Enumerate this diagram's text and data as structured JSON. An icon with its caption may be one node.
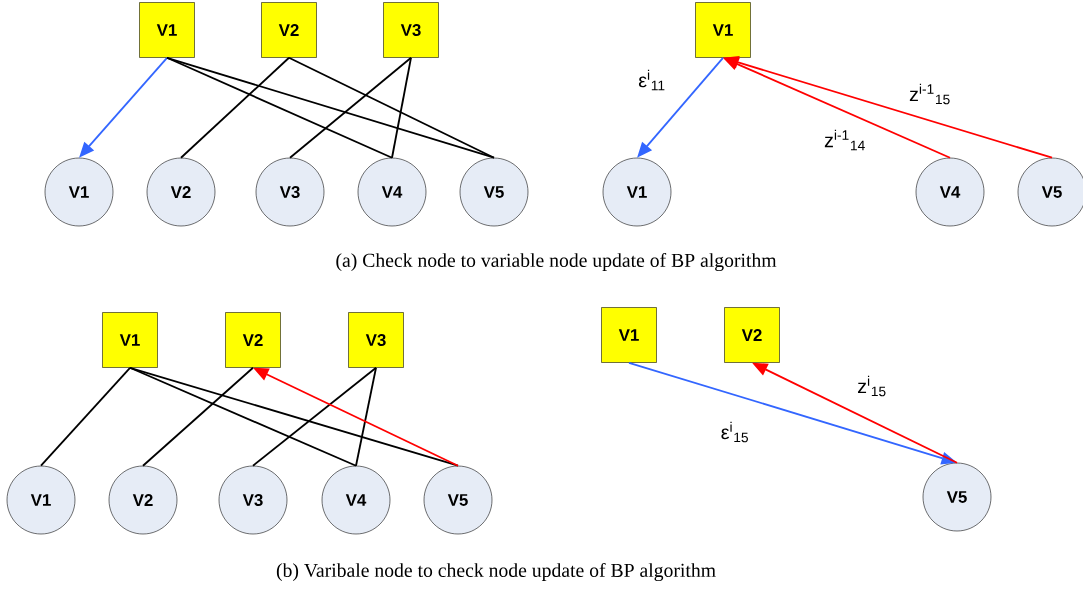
{
  "diagram": {
    "nodes": [
      {
        "text": [
          "V1"
        ]
      },
      {
        "text": [
          "V2"
        ]
      },
      {
        "text": [
          "V3"
        ]
      },
      {
        "text": [
          "V1"
        ]
      },
      {
        "text": [
          "V1"
        ]
      },
      {
        "text": [
          "V2"
        ]
      },
      {
        "text": [
          "V3"
        ]
      },
      {
        "text": [
          "V4"
        ]
      },
      {
        "text": [
          "V5"
        ]
      },
      {
        "text": [
          "V1"
        ]
      },
      {
        "text": [
          "V4"
        ]
      },
      {
        "text": [
          "V5"
        ]
      },
      {
        "text": [
          "V1"
        ]
      },
      {
        "text": [
          "V2"
        ]
      },
      {
        "text": [
          "V3"
        ]
      },
      {
        "text": [
          "V1"
        ]
      },
      {
        "text": [
          "V2"
        ]
      },
      {
        "text": [
          "V1"
        ]
      },
      {
        "text": [
          "V2"
        ]
      },
      {
        "text": [
          "V3"
        ]
      },
      {
        "text": [
          "V4"
        ]
      },
      {
        "text": [
          "V5"
        ]
      },
      {
        "text": [
          "V5"
        ]
      }
    ],
    "edges": [
      {
        "from": 0,
        "to": 4,
        "arrow": "to",
        "color": "#3366ff"
      },
      {
        "from": 0,
        "to": 7,
        "arrow": "none"
      },
      {
        "from": 0,
        "to": 8,
        "arrow": "none"
      },
      {
        "from": 1,
        "to": 5,
        "arrow": "none"
      },
      {
        "from": 1,
        "to": 8,
        "arrow": "none"
      },
      {
        "from": 2,
        "to": 6,
        "arrow": "none"
      },
      {
        "from": 2,
        "to": 7,
        "arrow": "none"
      },
      {
        "from": 3,
        "to": 9,
        "arrow": "to",
        "color": "#3366ff",
        "label": "ε$^{i}$$_{11}$"
      },
      {
        "from": 10,
        "to": 3,
        "arrow": "to",
        "color": "#ff0000",
        "label": "z$^{i-1}$$_{14}$"
      },
      {
        "from": 11,
        "to": 3,
        "arrow": "to",
        "color": "#ff0000",
        "label": "z$^{i-1}$$_{15}$"
      },
      {
        "from": 12,
        "to": 17,
        "arrow": "none"
      },
      {
        "from": 12,
        "to": 20,
        "arrow": "none"
      },
      {
        "from": 12,
        "to": 21,
        "arrow": "none"
      },
      {
        "from": 13,
        "to": 18,
        "arrow": "none"
      },
      {
        "from": 14,
        "to": 19,
        "arrow": "none"
      },
      {
        "from": 14,
        "to": 20,
        "arrow": "none"
      },
      {
        "from": 21,
        "to": 13,
        "arrow": "to",
        "color": "#ff0000"
      },
      {
        "from": 15,
        "to": 22,
        "arrow": "to",
        "color": "#3366ff",
        "label": "ε$^{i}$$_{15}$"
      },
      {
        "from": 22,
        "to": 16,
        "arrow": "to",
        "color": "#ff0000",
        "label": "z$^{i}$$_{15}$"
      }
    ],
    "labels": [
      "(a) Check node to variable node update of BP algorithm",
      "(b) Varibale node to check node update of BP algorithm"
    ]
  }
}
